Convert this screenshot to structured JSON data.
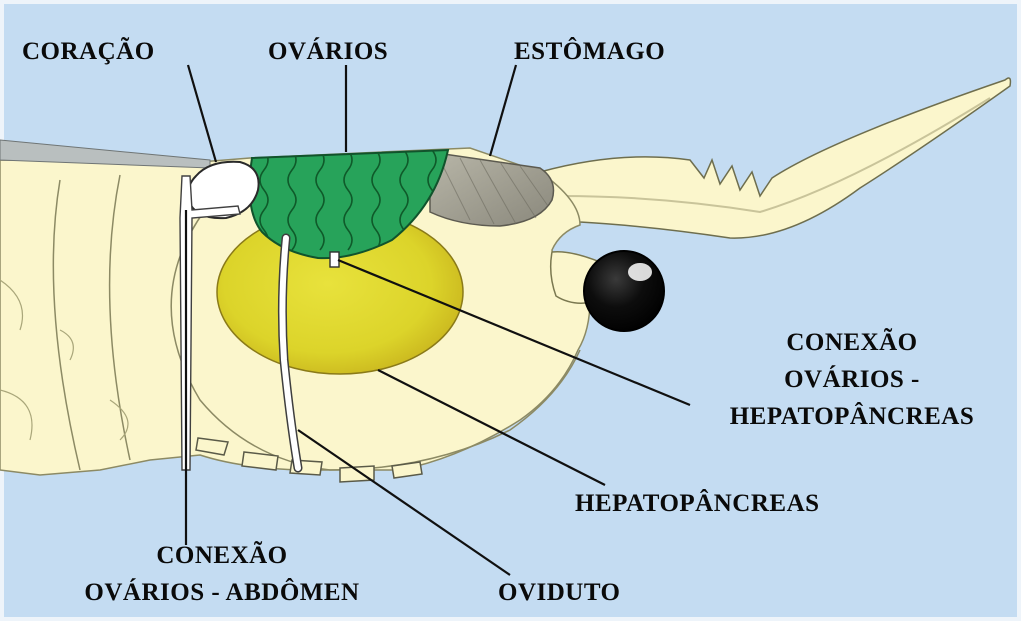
{
  "diagram": {
    "labels": {
      "coracao": "CORAÇÃO",
      "ovarios": "OVÁRIOS",
      "estomago": "ESTÔMAGO",
      "conexao_hepato": [
        "CONEXÃO",
        "OVÁRIOS -",
        "HEPATOPÂNCREAS"
      ],
      "hepatopancreas": "HEPATOPÂNCREAS",
      "conexao_abdomen": [
        "CONEXÃO",
        "OVÁRIOS - ABDÔMEN"
      ],
      "oviduto": "OVIDUTO"
    },
    "colors": {
      "background": "#c4dcf2",
      "body": "#fbf6cc",
      "ovary": "#27a35a",
      "hepatopancreas": "#e2dc32",
      "stomach": "#9a9a8e",
      "heart": "#ffffff",
      "eye": "#0b0b0b",
      "carapace_edge": "#b9bfbf"
    }
  }
}
